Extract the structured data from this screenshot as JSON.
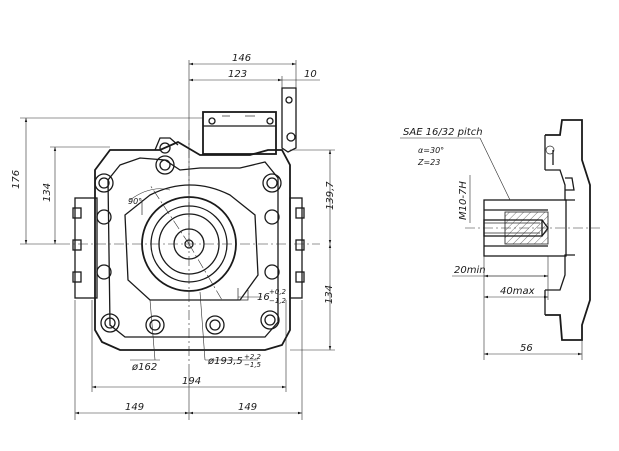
{
  "dimensions": {
    "d146": "146",
    "d123": "123",
    "d10": "10",
    "d176": "176",
    "d134_left": "134",
    "d139_7": "139,7",
    "d134_right": "134",
    "d90": "90°",
    "d16": "16",
    "d16_tol_upper": "+0,2",
    "d16_tol_lower": "−1,2",
    "d162": "ø162",
    "d193": "ø193,5",
    "d193_tol_upper": "+2,2",
    "d193_tol_lower": "−1,5",
    "d194": "194",
    "d149_left": "149",
    "d149_right": "149"
  },
  "shaft_spec": {
    "spline": "SAE 16/32 pitch",
    "angle": "α=30°",
    "teeth": "Z=23",
    "thread": "M10-7H",
    "d20": "20min",
    "d40": "40max",
    "d56": "56"
  }
}
